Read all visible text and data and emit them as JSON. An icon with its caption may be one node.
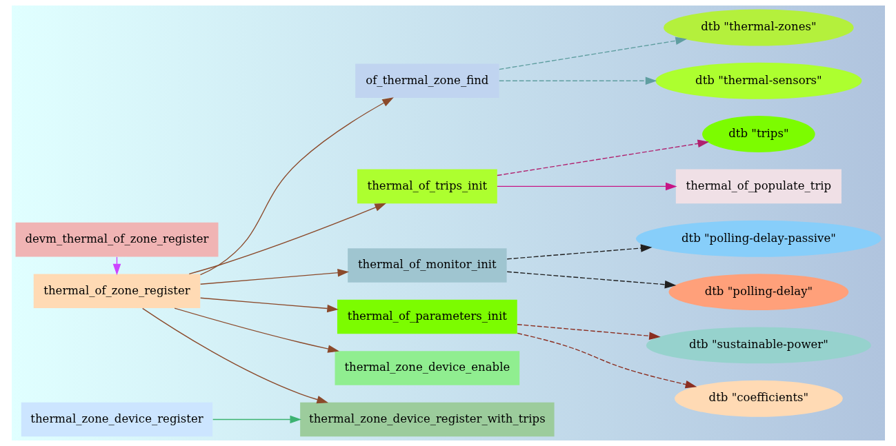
{
  "diagram": {
    "nodes": [
      {
        "text": [
          "devm_thermal_of_zone_register"
        ]
      },
      {
        "text": [
          "thermal_of_zone_register"
        ]
      },
      {
        "text": [
          "thermal_zone_device_register"
        ]
      },
      {
        "text": [
          "of_thermal_zone_find"
        ]
      },
      {
        "text": [
          "thermal_of_trips_init"
        ]
      },
      {
        "text": [
          "thermal_of_monitor_init"
        ]
      },
      {
        "text": [
          "thermal_of_parameters_init"
        ]
      },
      {
        "text": [
          "thermal_zone_device_register_with_trips"
        ]
      },
      {
        "text": [
          "thermal_zone_device_enable"
        ]
      },
      {
        "text": [
          "dtb \"thermal-zones\""
        ]
      },
      {
        "text": [
          "dtb \"thermal-sensors\""
        ]
      },
      {
        "text": [
          "dtb \"trips\""
        ]
      },
      {
        "text": [
          "thermal_of_populate_trip"
        ]
      },
      {
        "text": [
          "dtb \"polling-delay-passive\""
        ]
      },
      {
        "text": [
          "dtb \"polling-delay\""
        ]
      },
      {
        "text": [
          "dtb \"sustainable-power\""
        ]
      },
      {
        "text": [
          "dtb \"coefficients\""
        ]
      }
    ],
    "edges": [
      {
        "from": 0,
        "to": 1,
        "arrow": "to",
        "color": "#cc44ff"
      },
      {
        "from": 1,
        "to": 3,
        "arrow": "to"
      },
      {
        "from": 1,
        "to": 4,
        "arrow": "to"
      },
      {
        "from": 1,
        "to": 5,
        "arrow": "to"
      },
      {
        "from": 1,
        "to": 6,
        "arrow": "to"
      },
      {
        "from": 1,
        "to": 7,
        "arrow": "to"
      },
      {
        "from": 1,
        "to": 8,
        "arrow": "to"
      },
      {
        "from": 2,
        "to": 7,
        "arrow": "to",
        "color": "#3cb371"
      },
      {
        "from": 3,
        "to": 9,
        "arrow": "to",
        "style": "dashed",
        "color": "#5f9ea0"
      },
      {
        "from": 3,
        "to": 10,
        "arrow": "to",
        "style": "dashed",
        "color": "#5f9ea0"
      },
      {
        "from": 4,
        "to": 11,
        "arrow": "to",
        "style": "dashed",
        "color": "#b0206e"
      },
      {
        "from": 4,
        "to": 12,
        "arrow": "to",
        "color": "#c71585"
      },
      {
        "from": 5,
        "to": 13,
        "arrow": "to",
        "style": "dashed",
        "color": "#202020"
      },
      {
        "from": 5,
        "to": 14,
        "arrow": "to",
        "style": "dashed",
        "color": "#202020"
      },
      {
        "from": 6,
        "to": 15,
        "arrow": "to",
        "style": "dashed",
        "color": "#8b2e20"
      },
      {
        "from": 6,
        "to": 16,
        "arrow": "to",
        "style": "dashed",
        "color": "#8b2e20"
      }
    ]
  }
}
